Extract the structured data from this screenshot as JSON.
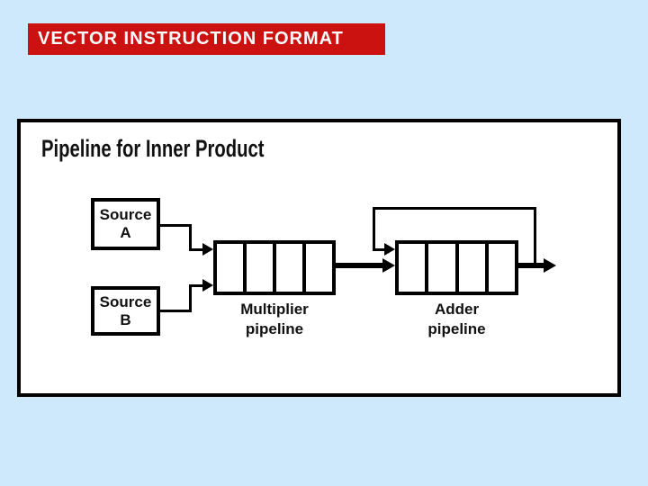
{
  "slide_title": "VECTOR INSTRUCTION FORMAT",
  "diagram": {
    "heading": "Pipeline for Inner Product",
    "sources": [
      {
        "line1": "Source",
        "line2": "A"
      },
      {
        "line1": "Source",
        "line2": "B"
      }
    ],
    "pipelines": [
      {
        "stages": 4,
        "label_line1": "Multiplier",
        "label_line2": "pipeline"
      },
      {
        "stages": 4,
        "label_line1": "Adder",
        "label_line2": "pipeline"
      }
    ],
    "connections": [
      {
        "from": "source-a",
        "to": "multiplier-pipeline"
      },
      {
        "from": "source-b",
        "to": "multiplier-pipeline"
      },
      {
        "from": "multiplier-pipeline",
        "to": "adder-pipeline"
      },
      {
        "from": "adder-pipeline",
        "to": "adder-pipeline",
        "type": "feedback-loop"
      },
      {
        "from": "adder-pipeline",
        "to": "output"
      }
    ]
  },
  "colors": {
    "background": "#cde9fb",
    "title_bar": "#cc1111",
    "title_text": "#ffffff",
    "panel_background": "#ffffff",
    "ink": "#000000"
  }
}
